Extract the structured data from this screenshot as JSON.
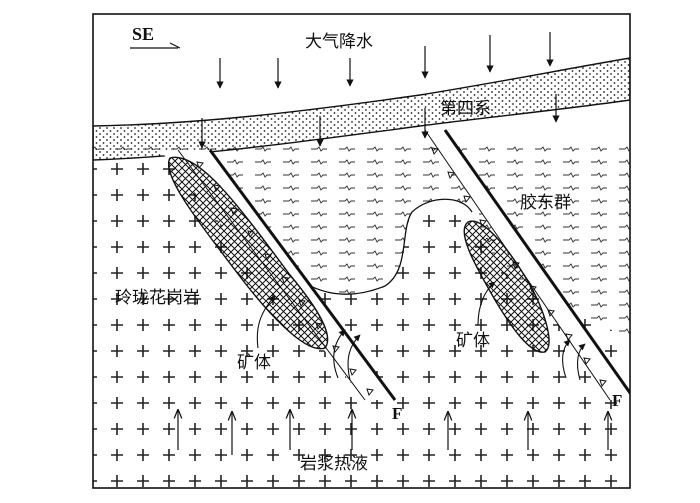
{
  "direction": {
    "label": "SE"
  },
  "labels": {
    "precipitation": "大气降水",
    "quaternary": "第四系",
    "jiaodong_group": "胶东群",
    "granite": "玲珑花岗岩",
    "orebody_left": "矿体",
    "orebody_right": "矿体",
    "magma_fluid": "岩浆热液",
    "fault_left": "F",
    "fault_right": "F"
  },
  "colors": {
    "ink": "#111111",
    "background": "#ffffff"
  }
}
